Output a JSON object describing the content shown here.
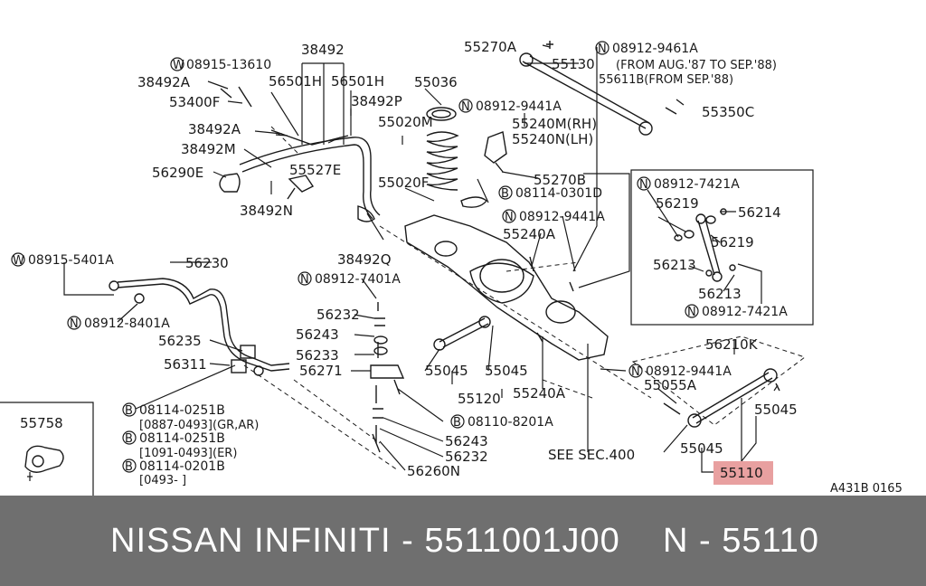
{
  "labels": {
    "l_38492_top": "38492",
    "l_w13610": "08915-13610",
    "l_56501h_a": "56501H",
    "l_56501h_b": "56501H",
    "l_38492a_1": "38492A",
    "l_53400f": "53400F",
    "l_38492p": "38492P",
    "l_38492a_2": "38492A",
    "l_38492m": "38492M",
    "l_56290e": "56290E",
    "l_55527e": "55527E",
    "l_38492n": "38492N",
    "l_55036": "55036",
    "l_55020m": "55020M",
    "l_55020f": "55020F",
    "l_55270a": "55270A",
    "l_55130": "55130",
    "l_n9461": "08912-9461A",
    "l_from87": "(FROM AUG.'87 TO SEP.'88)",
    "l_55611b": "55611B(FROM SEP.'88)",
    "l_n9441_top": "08912-9441A",
    "l_55350c": "55350C",
    "l_55240m": "55240M(RH)",
    "l_55240n": "55240N(LH)",
    "l_55270b": "55270B",
    "l_b0301": "08114-0301D",
    "l_n9441_mid": "08912-9441A",
    "l_55240a_1": "55240A",
    "l_38492q": "38492Q",
    "l_w5401": "08915-5401A",
    "l_56230": "56230",
    "l_n7401": "08912-7401A",
    "l_56232_a": "56232",
    "l_n8401": "08912-8401A",
    "l_56235": "56235",
    "l_56243_a": "56243",
    "l_56233": "56233",
    "l_56311": "56311",
    "l_56271": "56271",
    "l_55045_a": "55045",
    "l_55045_b": "55045",
    "l_55120": "55120",
    "l_55240a_2": "55240A",
    "l_b0251_1": "08114-0251B",
    "l_r0887": "[0887-0493](GR,AR)",
    "l_b0251_2": "08114-0251B",
    "l_r1091": "[1091-0493](ER)",
    "l_b0201": "08114-0201B",
    "l_r0493": "[0493-      ]",
    "l_b8201": "08110-8201A",
    "l_56243_b": "56243",
    "l_56232_b": "56232",
    "l_56260n": "56260N",
    "l_55758": "55758",
    "l_see400": "SEE SEC.400",
    "l_n7421_a": "08912-7421A",
    "l_56219_a": "56219",
    "l_56214": "56214",
    "l_56219_b": "56219",
    "l_56213_a": "56213",
    "l_56213_b": "56213",
    "l_n7421_b": "08912-7421A",
    "l_56210k": "56210K",
    "l_n9441_bot": "08912-9441A",
    "l_55055a": "55055A",
    "l_55045_c": "55045",
    "l_55045_d": "55045",
    "l_55110": "55110",
    "l_ref": "A431B 0165"
  },
  "markers": {
    "W": "W",
    "N": "N",
    "B": "B"
  },
  "highlight": {
    "part_number": "55110",
    "color": "#e8a0a0"
  },
  "footer": {
    "title": "NISSAN  INFINITI - 5511001J00",
    "part": "N - 55110"
  }
}
